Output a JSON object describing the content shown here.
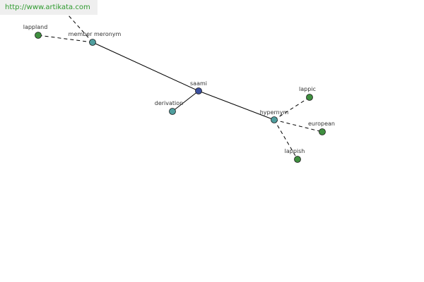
{
  "watermark": "http://www.artikata.com",
  "colors": {
    "root": "#3a4f9e",
    "relation": "#4f9e9e",
    "leaf": "#3f8f3f",
    "edge": "#000000"
  },
  "graph": {
    "nodes": [
      {
        "id": "saami",
        "label": "saami",
        "kind": "root"
      },
      {
        "id": "member-meronym",
        "label": "member meronym",
        "kind": "relation"
      },
      {
        "id": "derivation",
        "label": "derivation",
        "kind": "relation"
      },
      {
        "id": "hypernym",
        "label": "hypernym",
        "kind": "relation"
      },
      {
        "id": "lappland",
        "label": "lappland",
        "kind": "leaf"
      },
      {
        "id": "lappic",
        "label": "lappic",
        "kind": "leaf"
      },
      {
        "id": "european",
        "label": "european",
        "kind": "leaf"
      },
      {
        "id": "lappish",
        "label": "lappish",
        "kind": "leaf"
      }
    ],
    "edges": [
      {
        "from": "saami",
        "to": "member-meronym",
        "style": "solid"
      },
      {
        "from": "saami",
        "to": "derivation",
        "style": "solid"
      },
      {
        "from": "saami",
        "to": "hypernym",
        "style": "solid"
      },
      {
        "from": "member-meronym",
        "to": "lappland",
        "style": "dashed"
      },
      {
        "from": "member-meronym",
        "to": "offscreen",
        "style": "dashed"
      },
      {
        "from": "hypernym",
        "to": "lappic",
        "style": "dashed"
      },
      {
        "from": "hypernym",
        "to": "european",
        "style": "dashed"
      },
      {
        "from": "hypernym",
        "to": "lappish",
        "style": "dashed"
      }
    ]
  }
}
